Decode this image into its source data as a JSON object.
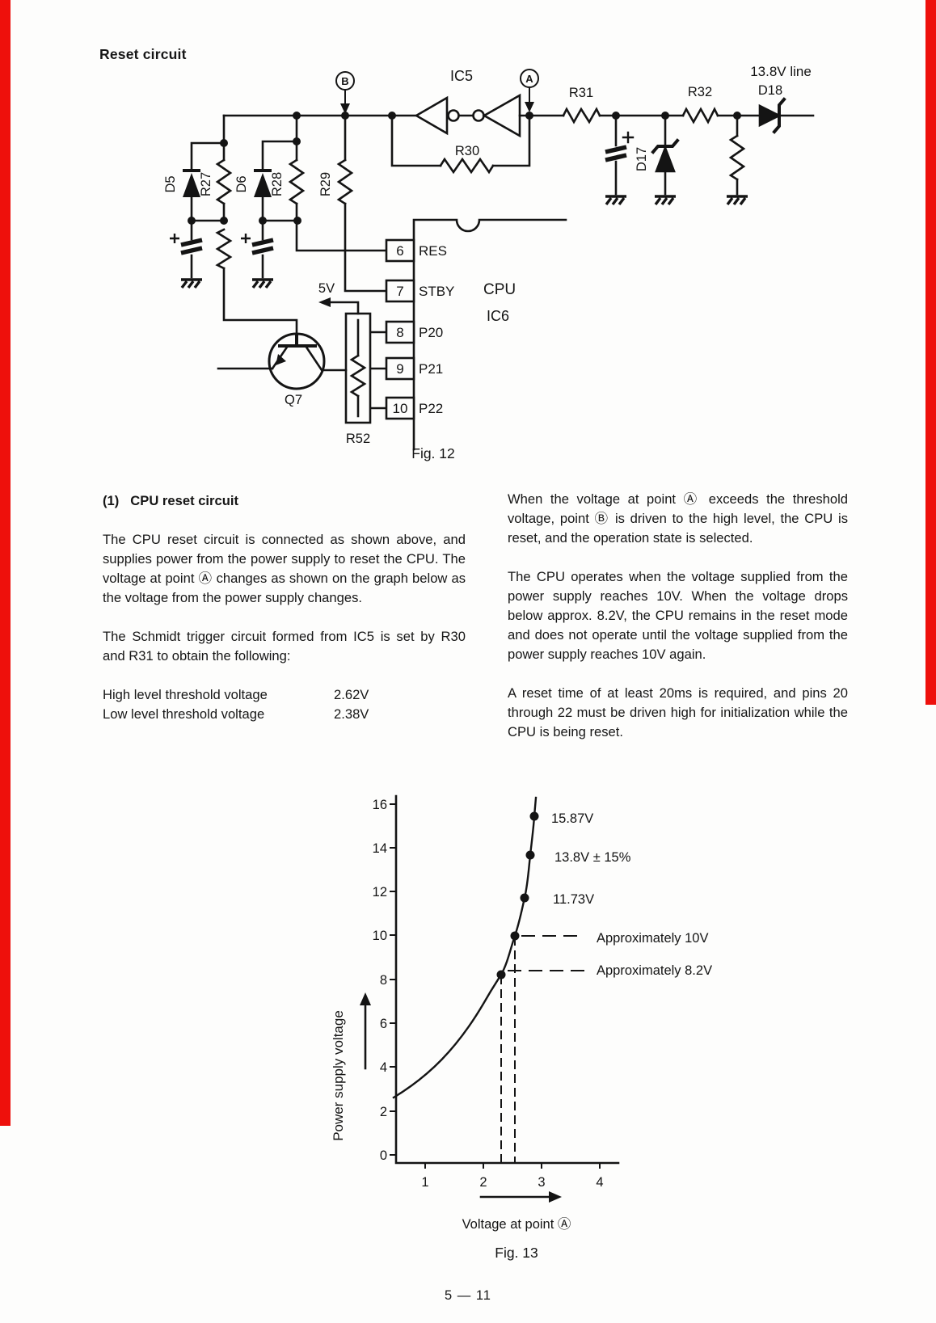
{
  "page": {
    "title": "Reset circuit",
    "fig12_caption": "Fig. 12",
    "fig13_caption": "Fig. 13",
    "page_number": "5 — 11"
  },
  "schematic": {
    "labels": {
      "point_b": "B",
      "point_a": "A",
      "ic5": "IC5",
      "r30": "R30",
      "r31": "R31",
      "r32": "R32",
      "d18": "D18",
      "line_13_8": "13.8V line",
      "d17": "D17",
      "d5": "D5",
      "r27": "R27",
      "d6": "D6",
      "r28": "R28",
      "r29": "R29",
      "v5": "5V",
      "q7": "Q7",
      "r52": "R52",
      "cpu": "CPU",
      "ic6": "IC6"
    },
    "pins": [
      {
        "num": "6",
        "label": "RES"
      },
      {
        "num": "7",
        "label": "STBY"
      },
      {
        "num": "8",
        "label": "P20"
      },
      {
        "num": "9",
        "label": "P21"
      },
      {
        "num": "10",
        "label": "P22"
      }
    ]
  },
  "article": {
    "left": {
      "heading_num": "(1)",
      "heading_text": "CPU reset circuit",
      "para1": "The CPU reset circuit is connected as shown above, and supplies power from the power supply to reset the CPU. The voltage at point Ⓐ changes as shown on the graph below as the voltage from the power supply changes.",
      "para2": "The Schmidt trigger circuit formed from IC5 is set by R30 and R31 to obtain the following:",
      "thresholds": [
        {
          "label": "High level threshold voltage",
          "value": "2.62V"
        },
        {
          "label": "Low level threshold voltage",
          "value": "2.38V"
        }
      ]
    },
    "right": {
      "para1": "When the voltage at point Ⓐ exceeds the threshold voltage, point Ⓑ is driven to the high level, the CPU is reset, and the operation state is selected.",
      "para2": "The CPU operates when the voltage supplied from the power supply reaches 10V. When the voltage drops below approx. 8.2V, the CPU remains in the reset mode and does not operate until the voltage supplied from the power supply reaches 10V again.",
      "para3": "A reset time of at least 20ms is required, and pins 20 through 22 must be driven high for initialization while the CPU is being reset."
    }
  },
  "chart_data": {
    "type": "line",
    "caption": "Fig. 13",
    "xlabel": "Voltage at point Ⓐ",
    "ylabel": "Power supply voltage",
    "xlim": [
      0.5,
      4.3
    ],
    "ylim": [
      0,
      16
    ],
    "x_ticks": [
      1,
      2,
      3,
      4
    ],
    "y_ticks": [
      0,
      2,
      4,
      6,
      8,
      10,
      12,
      14,
      16
    ],
    "grid": false,
    "curve_start": {
      "x": 0.45,
      "y": 2.7
    },
    "points": [
      {
        "x": 2.38,
        "y": 8.2,
        "label": "Approximately 8.2V",
        "dashed_to_axes": true
      },
      {
        "x": 2.62,
        "y": 10,
        "label": "Approximately 10V",
        "dashed_to_axes": true
      },
      {
        "x": 2.78,
        "y": 11.73,
        "label": "11.73V"
      },
      {
        "x": 2.88,
        "y": 13.8,
        "label": "13.8V ± 15%"
      },
      {
        "x": 2.93,
        "y": 15.87,
        "label": "15.87V"
      }
    ]
  }
}
